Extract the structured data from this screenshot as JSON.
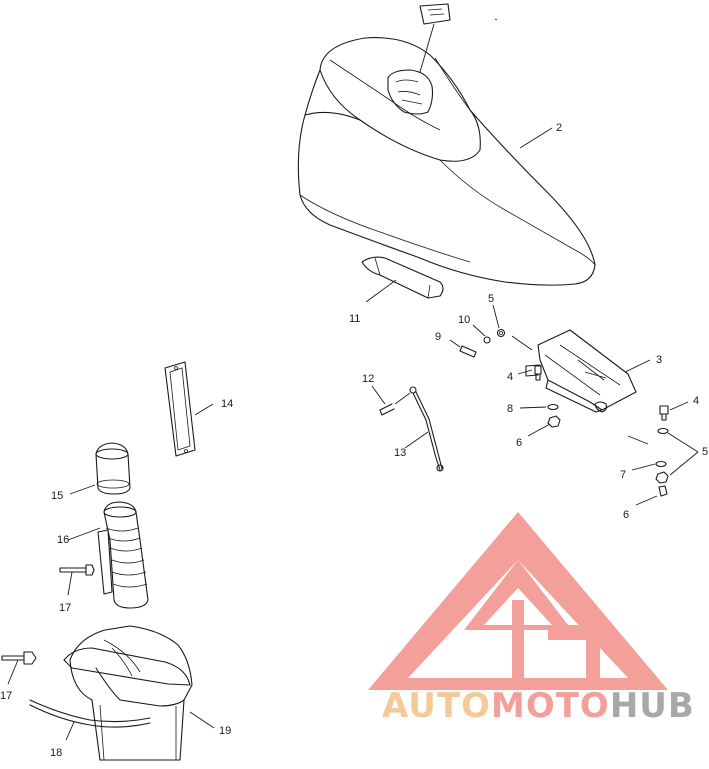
{
  "diagram": {
    "callouts": [
      {
        "id": "c2",
        "text": "2"
      },
      {
        "id": "c3",
        "text": "3"
      },
      {
        "id": "c4a",
        "text": "4"
      },
      {
        "id": "c4b",
        "text": "4"
      },
      {
        "id": "c5a",
        "text": "5"
      },
      {
        "id": "c5b",
        "text": "5"
      },
      {
        "id": "c6a",
        "text": "6"
      },
      {
        "id": "c6b",
        "text": "6"
      },
      {
        "id": "c7",
        "text": "7"
      },
      {
        "id": "c8",
        "text": "8"
      },
      {
        "id": "c9",
        "text": "9"
      },
      {
        "id": "c10",
        "text": "10"
      },
      {
        "id": "c11",
        "text": "11"
      },
      {
        "id": "c12",
        "text": "12"
      },
      {
        "id": "c13",
        "text": "13"
      },
      {
        "id": "c14",
        "text": "14"
      },
      {
        "id": "c15",
        "text": "15"
      },
      {
        "id": "c16",
        "text": "16"
      },
      {
        "id": "c17a",
        "text": "17"
      },
      {
        "id": "c17b",
        "text": "17"
      },
      {
        "id": "c18",
        "text": "18"
      },
      {
        "id": "c19",
        "text": "19"
      }
    ]
  },
  "watermark": {
    "brand_part1": "AUTO",
    "brand_part2": "MOTO",
    "brand_part3": "HUB",
    "color_part1": "#f6c999",
    "color_part2": "#f4a09a",
    "color_part3": "#a8a8a8",
    "logo_color": "#f4a09a"
  }
}
